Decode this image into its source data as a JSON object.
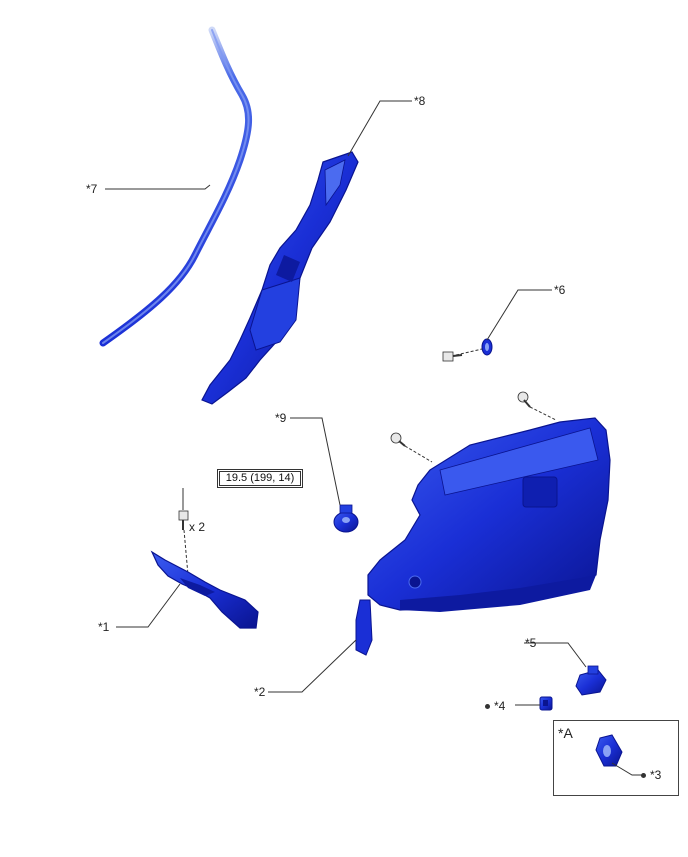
{
  "callouts": {
    "part1": "*1",
    "part2": "*2",
    "part3": "*3",
    "part4": "*4",
    "part5": "*5",
    "part6": "*6",
    "part7": "*7",
    "part8": "*8",
    "part9": "*9"
  },
  "torque_spec": "19.5 (199, 14)",
  "quantity": "x 2",
  "inset_label": "*A",
  "colors": {
    "part_blue": "#1a2fd6",
    "part_dark": "#0a1490",
    "part_light": "#3b5cf0",
    "line": "#333333"
  }
}
